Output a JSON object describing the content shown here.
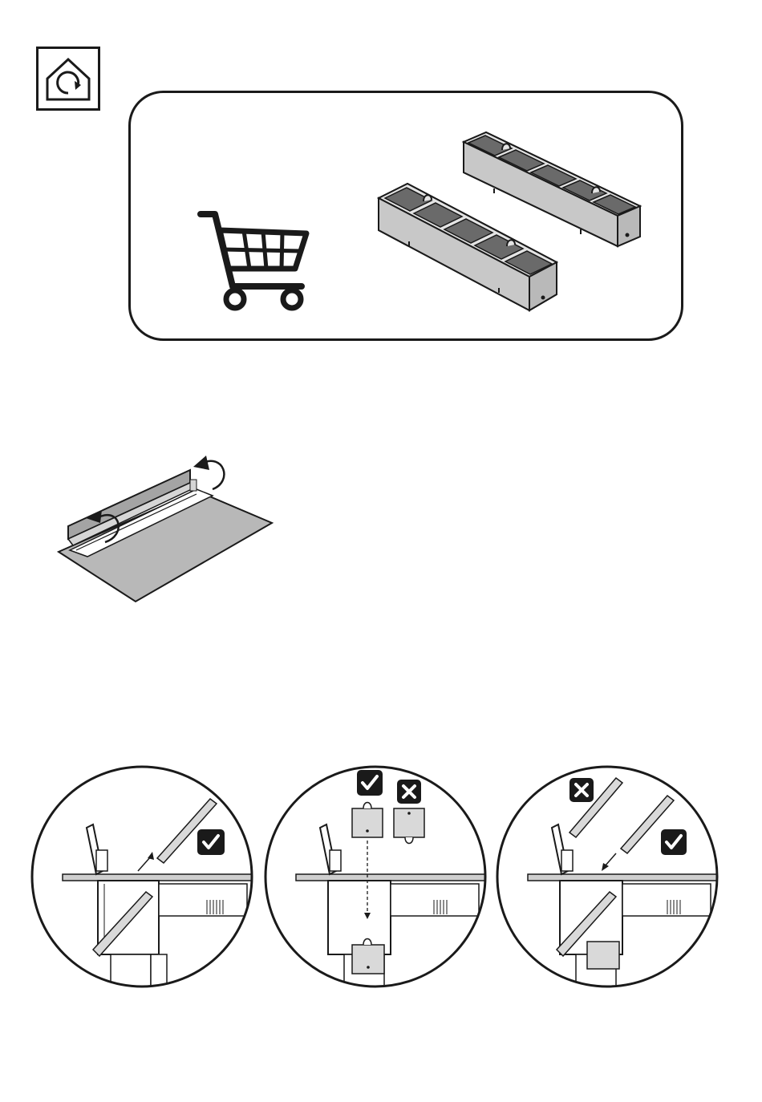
{
  "colors": {
    "ink": "#1a1a1a",
    "filter_face": "#6a6a6a",
    "filter_side": "#c9c9c9",
    "filter_top": "#e4e4e4",
    "panel_fill": "#b3b3b3",
    "hob_fill": "#c8c8c8",
    "check_bg": "#1a1a1a",
    "check_mark": "#ffffff"
  },
  "icons": {
    "header": "house-recirculation-icon",
    "accessory": "shopping-cart-icon",
    "correct": "check-mark-icon",
    "incorrect": "cross-mark-icon"
  },
  "steps": [
    {
      "id": "step-1",
      "marks": [
        "correct"
      ]
    },
    {
      "id": "step-2",
      "marks": [
        "correct",
        "incorrect"
      ]
    },
    {
      "id": "step-3",
      "marks": [
        "incorrect",
        "correct"
      ]
    }
  ]
}
